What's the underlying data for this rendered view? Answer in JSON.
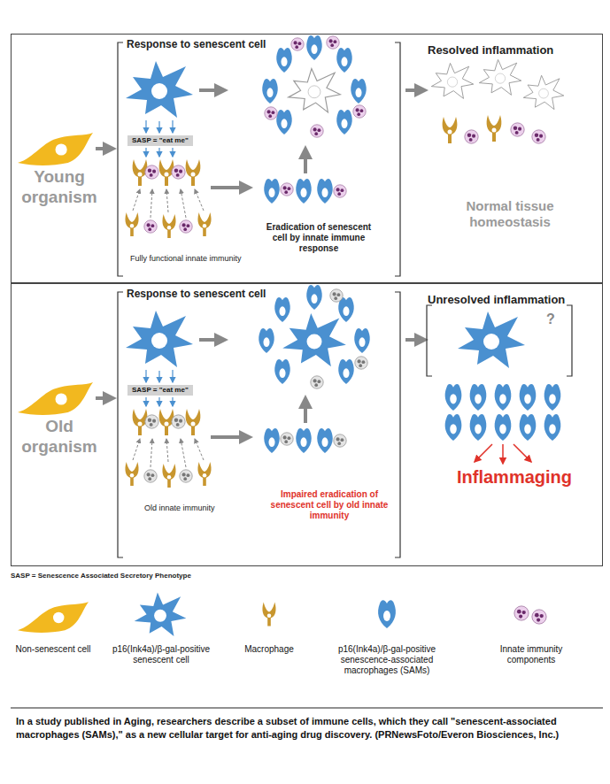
{
  "diagram": {
    "caption": "In a study published in Aging, researchers describe a subset of immune cells, which they call \"senescent-associated macrophages (SAMs),\" as a new cellular target for anti-aging drug discovery. (PRNewsFoto/Everon Biosciences, Inc.)",
    "nodes": [
      {
        "text": [
          "Young organism",
          "Response to senescent cell",
          "Fully functional innate immunity",
          "Eradication of senescent cell by innate immune response",
          "Resolved inflammation",
          "Normal tissue homeostasis"
        ]
      },
      {
        "text": [
          "SASP = \"eat me\""
        ],
        "in": 0
      },
      {
        "text": [
          "Old organism",
          "Response to senescent cell",
          "Old innate immunity",
          "Impaired eradication of senescent cell by old innate immunity",
          "Unresolved inflammation",
          "?",
          "Inflammaging"
        ]
      },
      {
        "text": [
          "SASP = \"eat me\""
        ],
        "in": 2
      }
    ],
    "labels": [
      "SASP = Senescence Associated Secretory Phenotype"
    ],
    "legend": [
      {
        "text": "Non-senescent cell"
      },
      {
        "text": "p16(Ink4a)/β-gal-positive senescent cell"
      },
      {
        "text": "Macrophage"
      },
      {
        "text": "p16(Ink4a)/β-gal-positive senescence-associated macrophages (SAMs)"
      },
      {
        "text": "Innate immunity components"
      }
    ]
  }
}
